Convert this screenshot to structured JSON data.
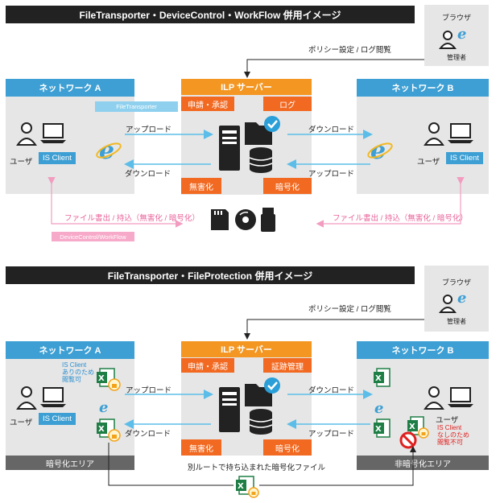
{
  "top": {
    "title": "FileTransporter・DeviceControl・WorkFlow 併用イメージ",
    "browser_label": "ブラウザ",
    "admin_label": "管理者",
    "policy_label": "ポリシー設定 / ログ閲覧",
    "network_a": "ネットワーク A",
    "network_b": "ネットワーク B",
    "server": "ILP サーバー",
    "apply": "申請・承認",
    "log": "ログ",
    "harmless": "無害化",
    "encrypt": "暗号化",
    "filetransporter_chip": "FileTransporter",
    "user_a": "ユーザ",
    "user_b": "ユーザ",
    "client_a": "IS Client",
    "client_b": "IS Client",
    "upload_left": "アップロード",
    "download_left": "ダウンロード",
    "download_right": "ダウンロード",
    "upload_right": "アップロード",
    "export_left": "ファイル書出 / 持込（無害化 / 暗号化）",
    "export_right": "ファイル書出 / 持込（無害化 / 暗号化）",
    "devicecontrol_chip": "DeviceControl/WorkFlow"
  },
  "bottom": {
    "title": "FileTransporter・FileProtection 併用イメージ",
    "browser_label": "ブラウザ",
    "admin_label": "管理者",
    "policy_label": "ポリシー設定 / ログ閲覧",
    "network_a": "ネットワーク A",
    "network_b": "ネットワーク B",
    "server": "ILP サーバー",
    "apply": "申請・承認",
    "cert": "証跡管理",
    "harmless": "無害化",
    "encrypt": "暗号化",
    "note_a_1": "IS Client",
    "note_a_2": "ありのため",
    "note_a_3": "閲覧可",
    "note_b_1": "IS Client",
    "note_b_2": "なしのため",
    "note_b_3": "閲覧不可",
    "user_a": "ユーザ",
    "user_b": "ユーザ",
    "client_a": "IS Client",
    "upload_left": "アップロード",
    "download_left": "ダウンロード",
    "download_right": "ダウンロード",
    "upload_right": "アップロード",
    "zone_a": "暗号化エリア",
    "zone_b": "非暗号化エリア",
    "route_label": "別ルートで持ち込まれた暗号化ファイル"
  },
  "colors": {
    "network_blue": "#3d9fd3",
    "server_orange": "#f39622",
    "box_orange": "#f26a22",
    "arrow_blue": "#5bbde8",
    "arrow_pink": "#f29cc0",
    "panel_gray": "#e6e6e6",
    "excel_green": "#1e7e45"
  }
}
